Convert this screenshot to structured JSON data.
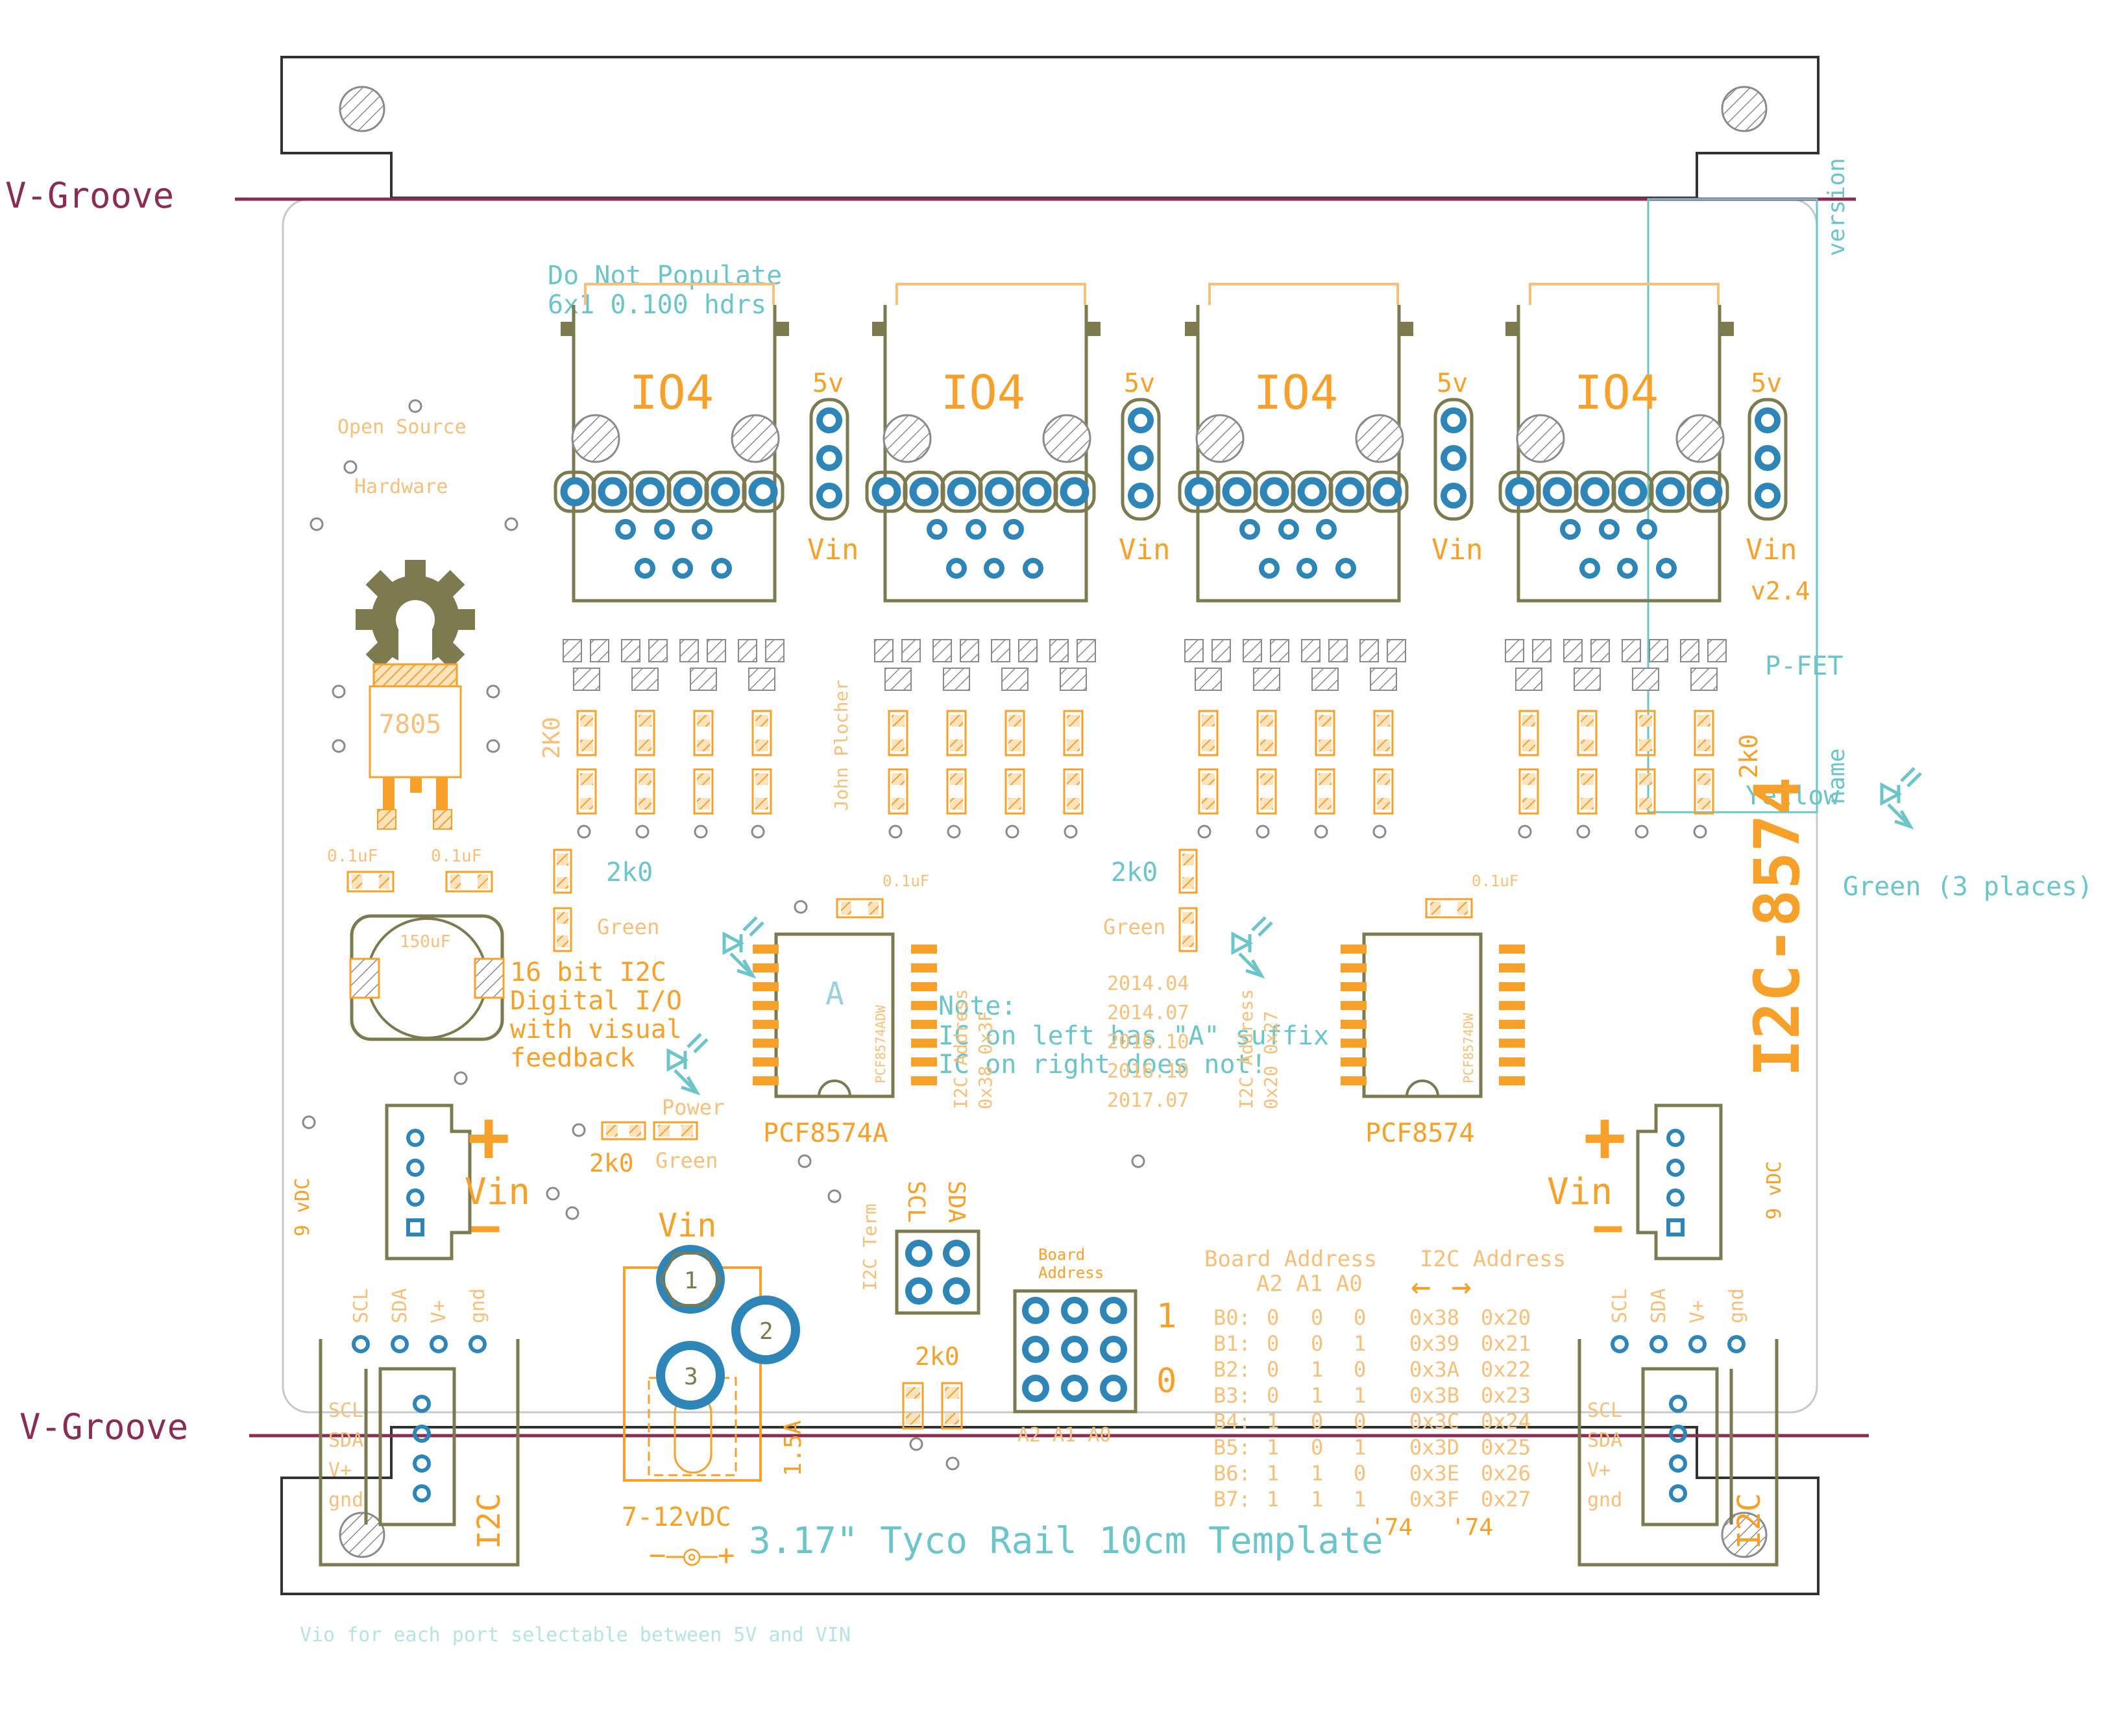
{
  "labels": {
    "vgroove_top": "V-Groove",
    "vgroove_bottom": "V-Groove",
    "do_not_populate_1": "Do Not Populate",
    "do_not_populate_2": "6x1 0.100 hdrs",
    "version_label": "version",
    "name_label": "name",
    "open_source": "Open Source",
    "hardware": "Hardware",
    "reg_7805": "7805",
    "r_2k0_vertical": "2K0",
    "john_plocher": "John Plocher",
    "cap_01uf_a": "0.1uF",
    "cap_01uf_b": "0.1uF",
    "cap_150uf": "150uF",
    "cap_01uf_c": "0.1uF",
    "cap_01uf_d": "0.1uF",
    "r_2k0_left": "2k0",
    "r_2k0_mid": "2k0",
    "r_2k0_power": "2k0",
    "r_2k0_bottom": "2k0",
    "r_2k0_right_vert": "2k0",
    "green_left": "Green",
    "green_mid": "Green",
    "green_power": "Green",
    "green_3places": "Green (3 places)",
    "power": "Power",
    "desc_1": "16 bit I2C",
    "desc_2": "Digital I/O",
    "desc_3": "with visual",
    "desc_4": "feedback",
    "ic_a_letter": "A",
    "ic_left_part": "PCF8574A",
    "ic_right_part": "PCF8574",
    "ic_left_silk": "PCF8574ADW",
    "ic_right_silk": "PCF8574DW",
    "note_1": "Note:",
    "note_2": "IC on left has \"A\" suffix",
    "note_3": "IC on right does not!",
    "dates": [
      "2014.04",
      "2014.07",
      "2016.10",
      "2016.10",
      "2017.07"
    ],
    "i2c_addr_vert_left": "I2C Address",
    "i2c_addr_vert_left_val": "0x38 0x3F",
    "i2c_addr_vert_right": "I2C Address",
    "i2c_addr_vert_right_val": "0x20 0x27",
    "pfet": "P-FET",
    "yellow": "Yellow",
    "v24": "v2.4",
    "io4_labels": [
      "IO4",
      "IO4",
      "IO4",
      "IO4"
    ],
    "five_v": [
      "5v",
      "5v",
      "5v",
      "5v"
    ],
    "vin_hdr": [
      "Vin",
      "Vin",
      "Vin",
      "Vin"
    ],
    "part_no": "I2C-8574",
    "plus_left": "+",
    "minus_left": "−",
    "vin_left": "Vin",
    "nine_vdc_left": "9 vDC",
    "plus_right": "+",
    "minus_right": "−",
    "vin_right": "Vin",
    "nine_vdc_right": "9 vDC",
    "vin_bottom": "Vin",
    "dc_range": "7-12vDC",
    "dc_symbol": "−–◎–+",
    "fuse_rating": "1.5A",
    "pin_1": "1",
    "pin_2": "2",
    "pin_3": "3",
    "i2c_term": "I2C Term",
    "scl_hdr": "SCL",
    "sda_hdr": "SDA",
    "board_address_1": "Board",
    "board_address_2": "Address",
    "jumper_one": "1",
    "jumper_zero": "0",
    "a2a1a0": "A2 A1 A0",
    "rail_title": "3.17\" Tyco Rail 10cm Template",
    "vio_note": "Vio for each port selectable between 5V and VIN",
    "conn_pins_top": [
      "SCL",
      "SDA",
      "V+",
      "gnd"
    ],
    "conn_pins_side": [
      "SCL",
      "SDA",
      "V+",
      "gnd"
    ],
    "i2c_left": "I2C",
    "i2c_right": "I2C",
    "addr_table": {
      "title_board": "Board Address",
      "title_i2c": "I2C Address",
      "col_header": "A2 A1 A0",
      "arrow": "←  →",
      "rows": [
        {
          "b": "B0:",
          "a2": "0",
          "a1": "0",
          "a0": "0",
          "x74a": "0x38",
          "x74": "0x20"
        },
        {
          "b": "B1:",
          "a2": "0",
          "a1": "0",
          "a0": "1",
          "x74a": "0x39",
          "x74": "0x21"
        },
        {
          "b": "B2:",
          "a2": "0",
          "a1": "1",
          "a0": "0",
          "x74a": "0x3A",
          "x74": "0x22"
        },
        {
          "b": "B3:",
          "a2": "0",
          "a1": "1",
          "a0": "1",
          "x74a": "0x3B",
          "x74": "0x23"
        },
        {
          "b": "B4:",
          "a2": "1",
          "a1": "0",
          "a0": "0",
          "x74a": "0x3C",
          "x74": "0x24"
        },
        {
          "b": "B5:",
          "a2": "1",
          "a1": "0",
          "a0": "1",
          "x74a": "0x3D",
          "x74": "0x25"
        },
        {
          "b": "B6:",
          "a2": "1",
          "a1": "1",
          "a0": "0",
          "x74a": "0x3E",
          "x74": "0x26"
        },
        {
          "b": "B7:",
          "a2": "1",
          "a1": "1",
          "a0": "1",
          "x74a": "0x3F",
          "x74": "0x27"
        }
      ],
      "foot_74a": "'74",
      "foot_74": "'74"
    }
  },
  "colors": {
    "outline": "#333333",
    "vgroove": "#8a2d55",
    "silk": "#f7a12a",
    "silk_light": "#f6c07a",
    "copper": "#7d7a50",
    "pad": "#2e85b8",
    "doc": "#6cc5c9",
    "pad_fill": "#f7a12a"
  }
}
